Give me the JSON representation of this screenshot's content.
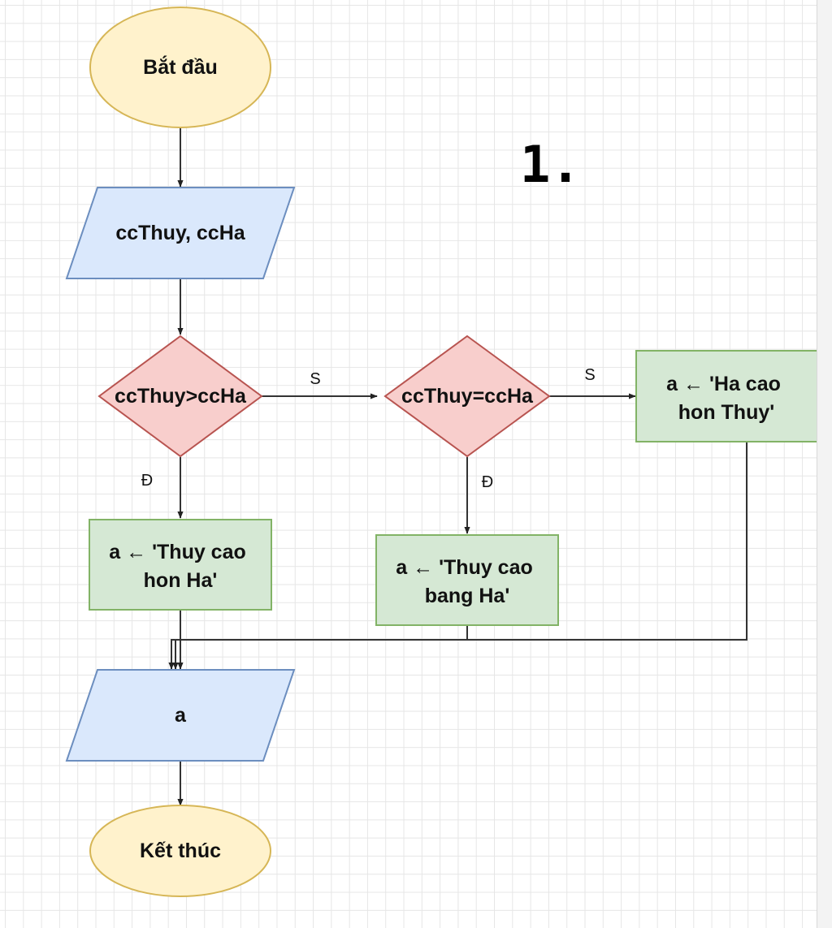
{
  "diagram": {
    "page_number": "1.",
    "nodes": {
      "start": {
        "label": "Bắt đầu",
        "shape": "ellipse",
        "fill": "#fff2cc",
        "stroke": "#d6b656"
      },
      "input": {
        "label": "ccThuy, ccHa",
        "shape": "parallelogram",
        "fill": "#dae8fc",
        "stroke": "#6c8ebf"
      },
      "decision1": {
        "label": "ccThuy>ccHa",
        "shape": "diamond",
        "fill": "#f8cecc",
        "stroke": "#b85450"
      },
      "decision2": {
        "label": "ccThuy=ccHa",
        "shape": "diamond",
        "fill": "#f8cecc",
        "stroke": "#b85450"
      },
      "assign_ha": {
        "label_lines": [
          "a ← 'Ha cao",
          "hon Thuy'"
        ],
        "shape": "rectangle",
        "fill": "#d5e8d4",
        "stroke": "#82b366"
      },
      "assign_thuy": {
        "label_lines": [
          "a ← 'Thuy cao",
          "hon Ha'"
        ],
        "shape": "rectangle",
        "fill": "#d5e8d4",
        "stroke": "#82b366"
      },
      "assign_equal": {
        "label_lines": [
          "a ← 'Thuy cao",
          "bang Ha'"
        ],
        "shape": "rectangle",
        "fill": "#d5e8d4",
        "stroke": "#82b366"
      },
      "output": {
        "label": "a",
        "shape": "parallelogram",
        "fill": "#dae8fc",
        "stroke": "#6c8ebf"
      },
      "end": {
        "label": "Kết thúc",
        "shape": "ellipse",
        "fill": "#fff2cc",
        "stroke": "#d6b656"
      }
    },
    "edge_labels": {
      "d1_false": "S",
      "d1_true": "Đ",
      "d2_false": "S",
      "d2_true": "Đ"
    }
  }
}
